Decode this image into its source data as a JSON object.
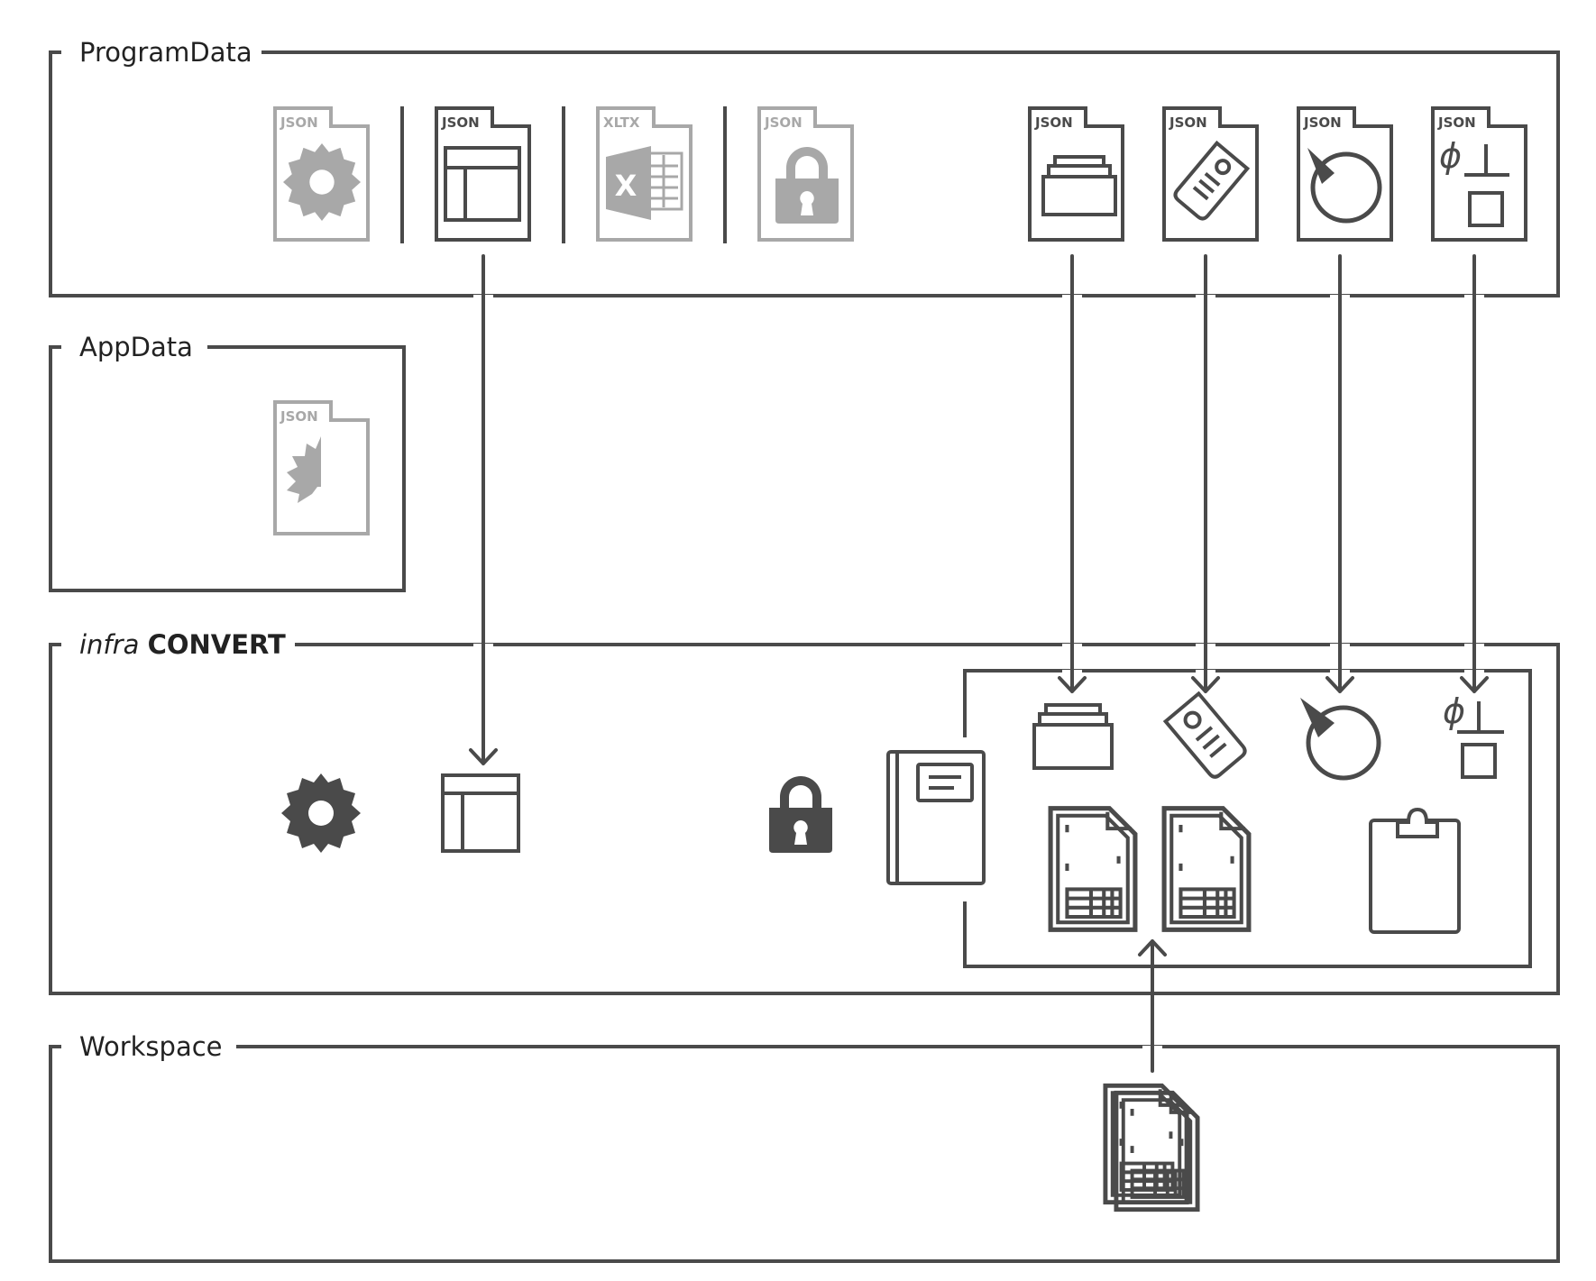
{
  "sections": {
    "programdata": {
      "label": "ProgramData"
    },
    "appdata": {
      "label": "AppData"
    },
    "infraconvert": {
      "label_italic": "infra",
      "label_bold": "CONVERT"
    },
    "workspace": {
      "label": "Workspace"
    }
  },
  "file_tags": {
    "settings": "JSON",
    "layout": "JSON",
    "excel_template": "XLTX",
    "license": "JSON",
    "stack": "JSON",
    "tag": "JSON",
    "shape": "JSON",
    "symbol": "JSON",
    "appdata_settings": "JSON"
  },
  "symbol_glyph": "ϕ",
  "excel_letter": "X",
  "colors": {
    "dark": "#4a4a4a",
    "faded": "#a8a8a8",
    "text": "#222222",
    "background": "#ffffff"
  },
  "icons": [
    "gear-icon",
    "layout-icon",
    "excel-icon",
    "lock-icon",
    "stack-icon",
    "tag-icon",
    "droplet-icon",
    "symbol-icon",
    "notebook-icon",
    "document-sheet-icon",
    "clipboard-icon",
    "document-stack-icon"
  ]
}
